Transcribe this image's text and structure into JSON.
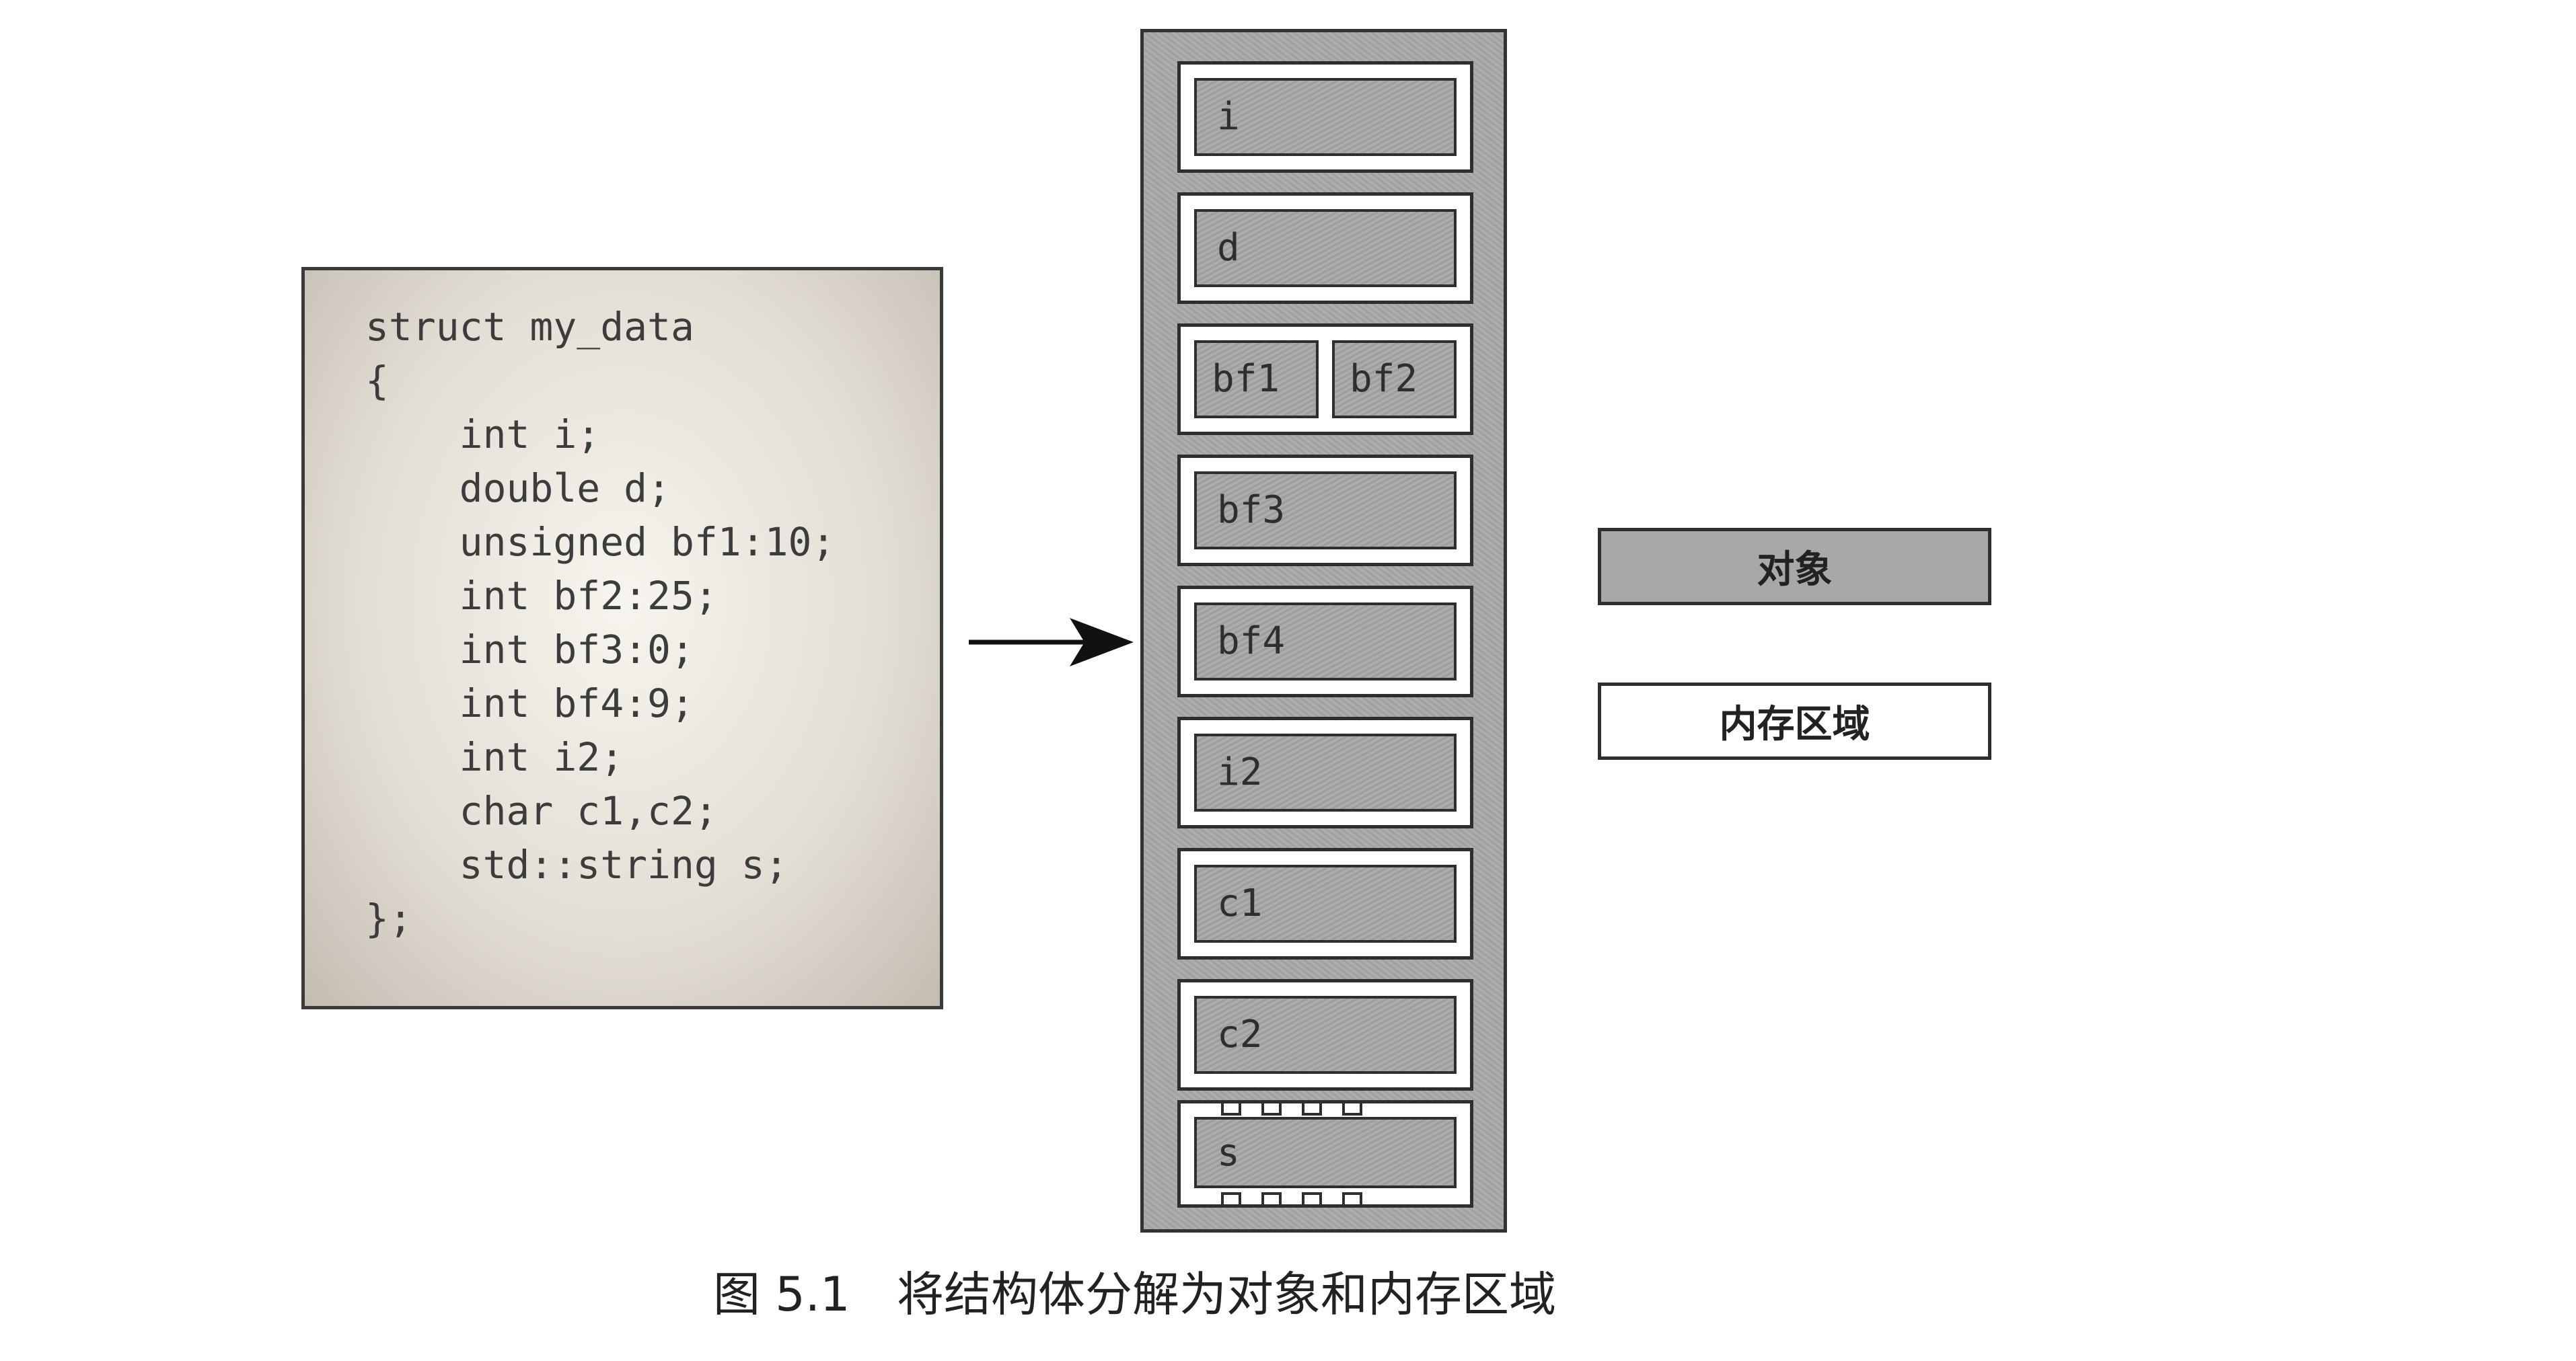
{
  "struct_code": [
    "struct my_data",
    "{",
    "    int i;",
    "    double d;",
    "    unsigned bf1:10;",
    "    int bf2:25;",
    "    int bf3:0;",
    "    int bf4:9;",
    "    int i2;",
    "    char c1,c2;",
    "    std::string s;",
    "};"
  ],
  "memory_slots": [
    {
      "labels": [
        "i"
      ]
    },
    {
      "labels": [
        "d"
      ]
    },
    {
      "labels": [
        "bf1",
        "bf2"
      ]
    },
    {
      "labels": [
        "bf3"
      ]
    },
    {
      "labels": [
        "bf4"
      ]
    },
    {
      "labels": [
        "i2"
      ]
    },
    {
      "labels": [
        "c1"
      ]
    },
    {
      "labels": [
        "c2"
      ]
    },
    {
      "labels": [
        "s"
      ]
    }
  ],
  "legend": {
    "object_label": "对象",
    "memory_label": "内存区域"
  },
  "caption": {
    "figure_number": "图 5.1",
    "title": "将结构体分解为对象和内存区域"
  },
  "colors": {
    "object_fill": "#a8a8a8",
    "memory_fill": "#ffffff",
    "outline": "#2e2e2e"
  }
}
